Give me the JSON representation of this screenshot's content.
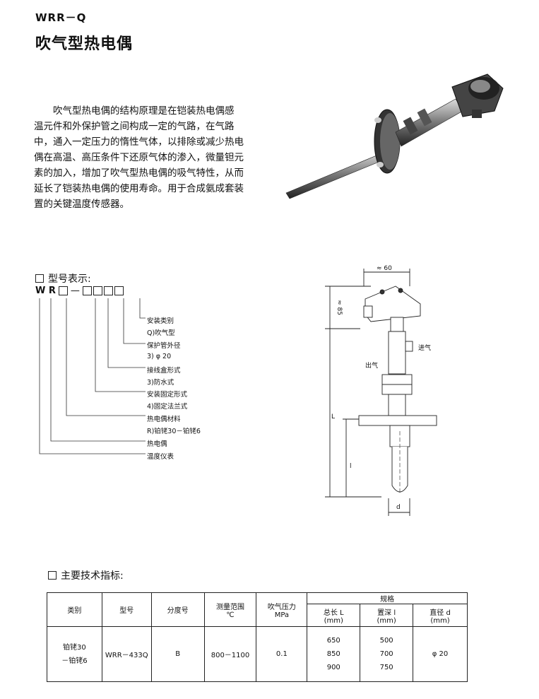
{
  "header": {
    "code": "WRR－Q",
    "title": "吹气型热电偶"
  },
  "description": [
    "吹气型热电偶的结构原理是在铠装热电偶感",
    "温元件和外保护管之间构成一定的气路，在气路",
    "中，通入一定压力的惰性气体，以排除或减少热电",
    "偶在高温、高压条件下还原气体的渗入，微量钽元",
    "素的加入，增加了吹气型热电偶的吸气特性，从而",
    "延长了铠装热电偶的使用寿命。用于合成氨成套装",
    "置的关键温度传感器。"
  ],
  "model_section": {
    "heading": "型号表示:",
    "prefix": "W R",
    "labels": [
      "安装类别",
      "Q)吹气型",
      "保护管外径",
      "3) φ 20",
      "接线盒形式",
      "3)防水式",
      "安装固定形式",
      "4)固定法兰式",
      "热电偶材料",
      "R)铂铑30－铂铑6",
      "热电偶",
      "温度仪表"
    ]
  },
  "diagram": {
    "width_label": "≈ 60",
    "height_label": "≈ 85",
    "inlet_label": "进气",
    "outlet_label": "出气",
    "length_label": "L",
    "depth_label": "l",
    "diameter_label": "d"
  },
  "spec_section": {
    "heading": "主要技术指标:",
    "headers": {
      "category": "类别",
      "model": "型号",
      "graduation": "分度号",
      "range": "测量范围",
      "range_unit": "℃",
      "pressure": "吹气压力",
      "pressure_unit": "MPa",
      "spec": "规格",
      "total_length": "总长 L",
      "depth": "置深 l",
      "diameter": "直径 d",
      "mm": "(mm)"
    },
    "row": {
      "category_1": "铂铑30",
      "category_2": "－铂铑6",
      "model": "WRR－433Q",
      "graduation": "B",
      "range": "800－1100",
      "pressure": "0.1",
      "lengths": [
        "650",
        "850",
        "900"
      ],
      "depths": [
        "500",
        "700",
        "750"
      ],
      "diameter": "φ 20"
    }
  }
}
